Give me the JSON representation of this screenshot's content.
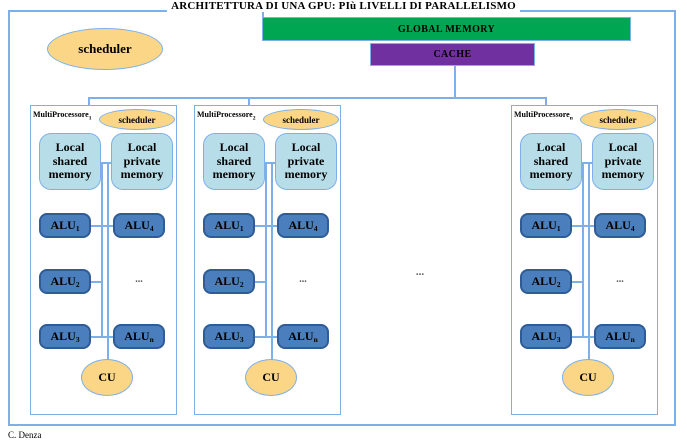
{
  "title": "ARCHITETTURA DI UNA GPU: PIù LIVELLI DI PARALLELISMO",
  "credit": "C. Denza",
  "global_scheduler": "scheduler",
  "global_memory": "GLOBAL MEMORY",
  "cache": "CACHE",
  "ellipsis": "...",
  "colors": {
    "line_blue": "#7db0e8",
    "memory_green": "#00a651",
    "cache_purple": "#7030a0",
    "ellipse_orange": "#fbd687",
    "memory_cyan": "#b7dee8",
    "alu_fill": "#4a7ebc",
    "alu_border": "#2f5c97"
  },
  "multiprocessors": [
    {
      "name_base": "MultiProcessore",
      "name_sub": "1",
      "scheduler": "scheduler",
      "shared_memory": "Local shared memory",
      "private_memory": "Local private memory",
      "alu1": {
        "base": "ALU",
        "sub": "1"
      },
      "alu2": {
        "base": "ALU",
        "sub": "2"
      },
      "alu3": {
        "base": "ALU",
        "sub": "3"
      },
      "alu4": {
        "base": "ALU",
        "sub": "4"
      },
      "alun": {
        "base": "ALU",
        "sub": "n"
      },
      "dots": "...",
      "cu": "CU"
    },
    {
      "name_base": "MultiProcessore",
      "name_sub": "2",
      "scheduler": "scheduler",
      "shared_memory": "Local shared memory",
      "private_memory": "Local private memory",
      "alu1": {
        "base": "ALU",
        "sub": "1"
      },
      "alu2": {
        "base": "ALU",
        "sub": "2"
      },
      "alu3": {
        "base": "ALU",
        "sub": "3"
      },
      "alu4": {
        "base": "ALU",
        "sub": "4"
      },
      "alun": {
        "base": "ALU",
        "sub": "n"
      },
      "dots": "...",
      "cu": "CU"
    },
    {
      "name_base": "MultiProcessore",
      "name_sub": "n",
      "scheduler": "scheduler",
      "shared_memory": "Local shared memory",
      "private_memory": "Local private memory",
      "alu1": {
        "base": "ALU",
        "sub": "1"
      },
      "alu2": {
        "base": "ALU",
        "sub": "2"
      },
      "alu3": {
        "base": "ALU",
        "sub": "3"
      },
      "alu4": {
        "base": "ALU",
        "sub": "4"
      },
      "alun": {
        "base": "ALU",
        "sub": "n"
      },
      "dots": "...",
      "cu": "CU"
    }
  ]
}
